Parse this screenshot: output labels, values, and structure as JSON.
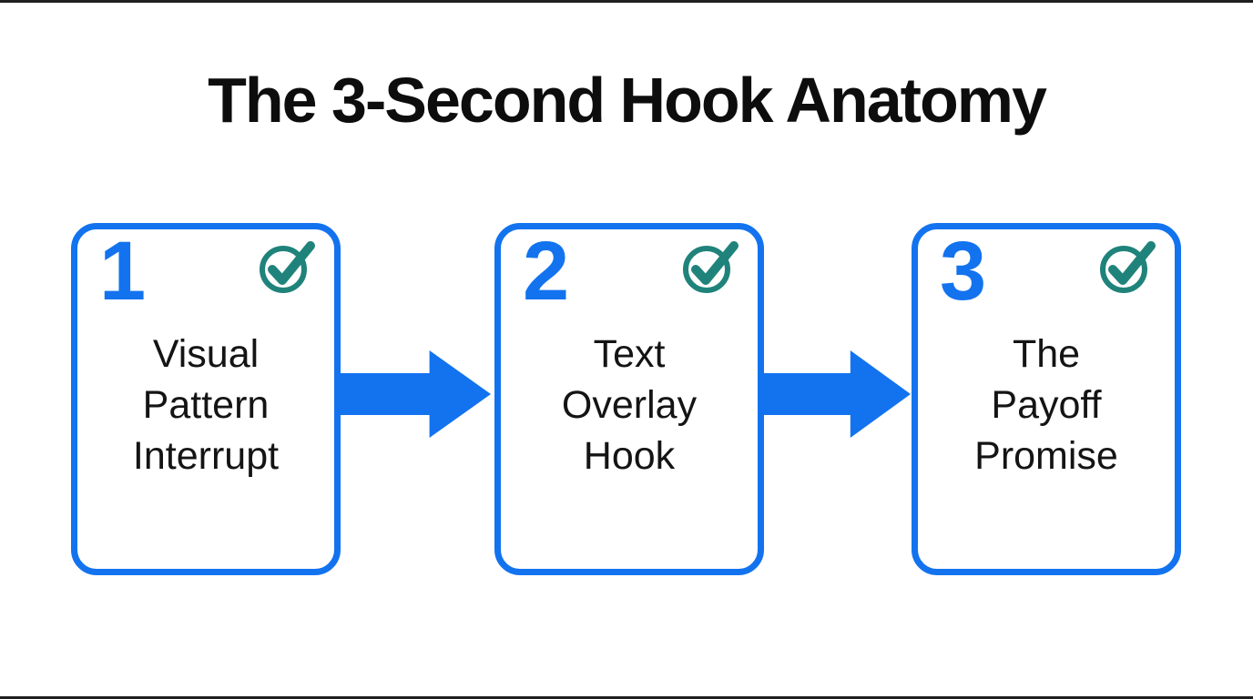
{
  "title": "The 3-Second Hook Anatomy",
  "colors": {
    "accent_blue": "#1373EF",
    "check_teal": "#20837B",
    "text_dark": "#141414",
    "edge_bar": "#1f1f1f",
    "background": "#ffffff"
  },
  "steps": [
    {
      "number": "1",
      "label": "Visual\nPattern\nInterrupt",
      "icon": "check-circle-icon"
    },
    {
      "number": "2",
      "label": "Text\nOverlay\nHook",
      "icon": "check-circle-icon"
    },
    {
      "number": "3",
      "label": "The\nPayoff\nPromise",
      "icon": "check-circle-icon"
    }
  ],
  "connectors": [
    {
      "icon": "arrow-right-icon"
    },
    {
      "icon": "arrow-right-icon"
    }
  ]
}
